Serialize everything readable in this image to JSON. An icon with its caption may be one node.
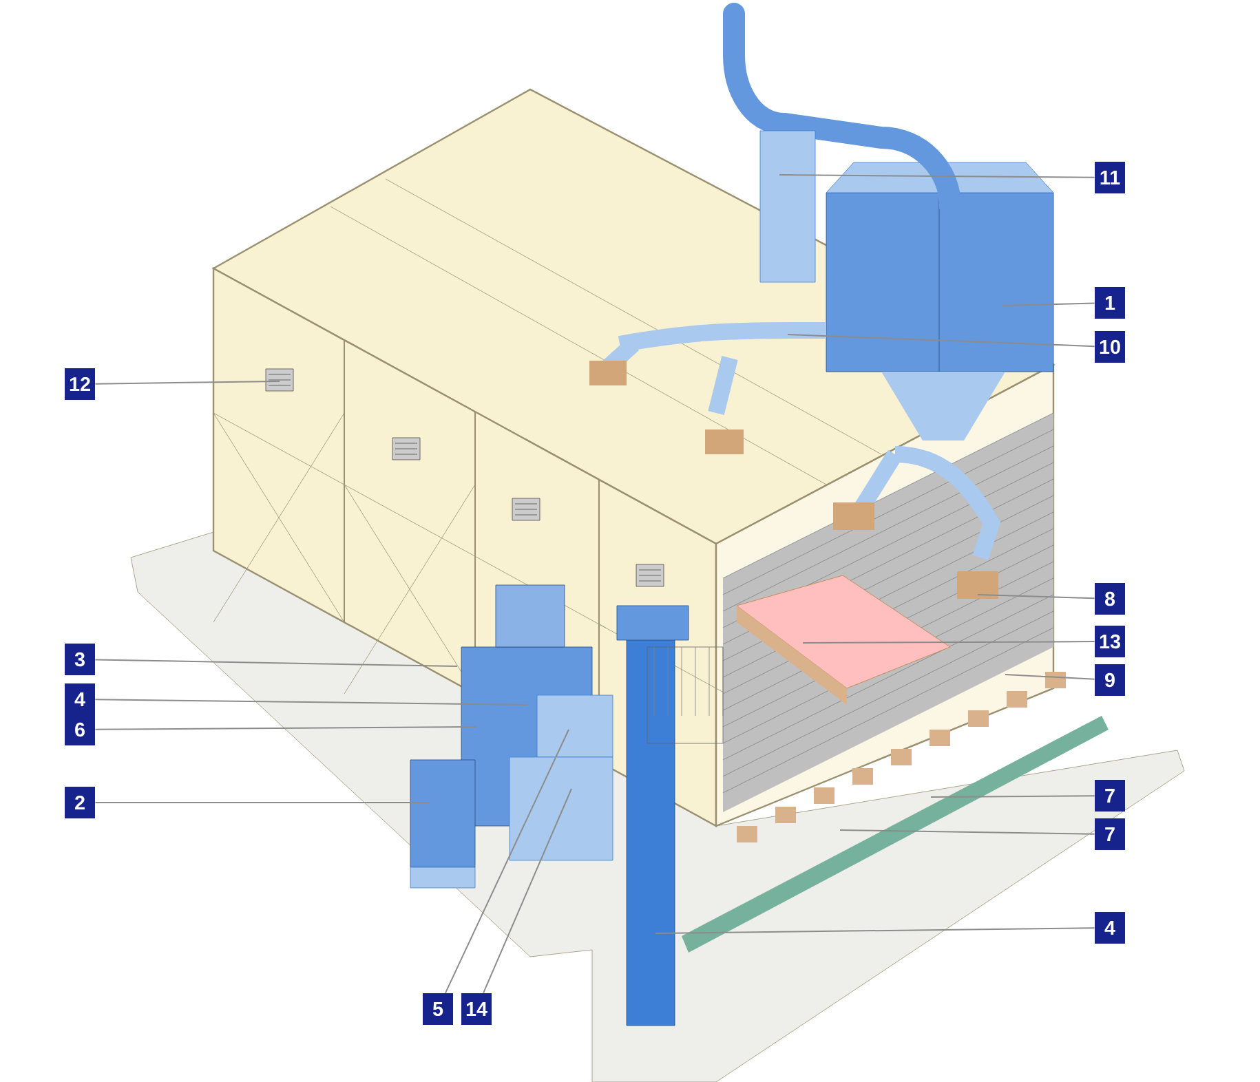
{
  "diagram": {
    "nodes": [
      {
        "text": [
          "11"
        ]
      },
      {
        "text": [
          "1"
        ]
      },
      {
        "text": [
          "10"
        ]
      },
      {
        "text": [
          "12"
        ]
      },
      {
        "text": [
          "8"
        ]
      },
      {
        "text": [
          "13"
        ]
      },
      {
        "text": [
          "3"
        ]
      },
      {
        "text": [
          "9"
        ]
      },
      {
        "text": [
          "4"
        ]
      },
      {
        "text": [
          "6"
        ]
      },
      {
        "text": [
          "2"
        ]
      },
      {
        "text": [
          "7"
        ]
      },
      {
        "text": [
          "7"
        ]
      },
      {
        "text": [
          "4"
        ]
      },
      {
        "text": [
          "5"
        ]
      },
      {
        "text": [
          "14"
        ]
      }
    ],
    "edges": [
      {
        "from": 0,
        "to": null,
        "arrow": "none"
      },
      {
        "from": 1,
        "to": null,
        "arrow": "none"
      },
      {
        "from": 2,
        "to": null,
        "arrow": "none"
      },
      {
        "from": 3,
        "to": null,
        "arrow": "none"
      },
      {
        "from": 4,
        "to": null,
        "arrow": "none"
      },
      {
        "from": 5,
        "to": null,
        "arrow": "none"
      },
      {
        "from": 6,
        "to": null,
        "arrow": "none"
      },
      {
        "from": 7,
        "to": null,
        "arrow": "none"
      },
      {
        "from": 8,
        "to": null,
        "arrow": "none"
      },
      {
        "from": 9,
        "to": null,
        "arrow": "none"
      },
      {
        "from": 10,
        "to": null,
        "arrow": "none"
      },
      {
        "from": 11,
        "to": null,
        "arrow": "none"
      },
      {
        "from": 12,
        "to": null,
        "arrow": "none"
      },
      {
        "from": 13,
        "to": null,
        "arrow": "none"
      },
      {
        "from": 14,
        "to": null,
        "arrow": "none"
      },
      {
        "from": 15,
        "to": null,
        "arrow": "none"
      }
    ]
  }
}
